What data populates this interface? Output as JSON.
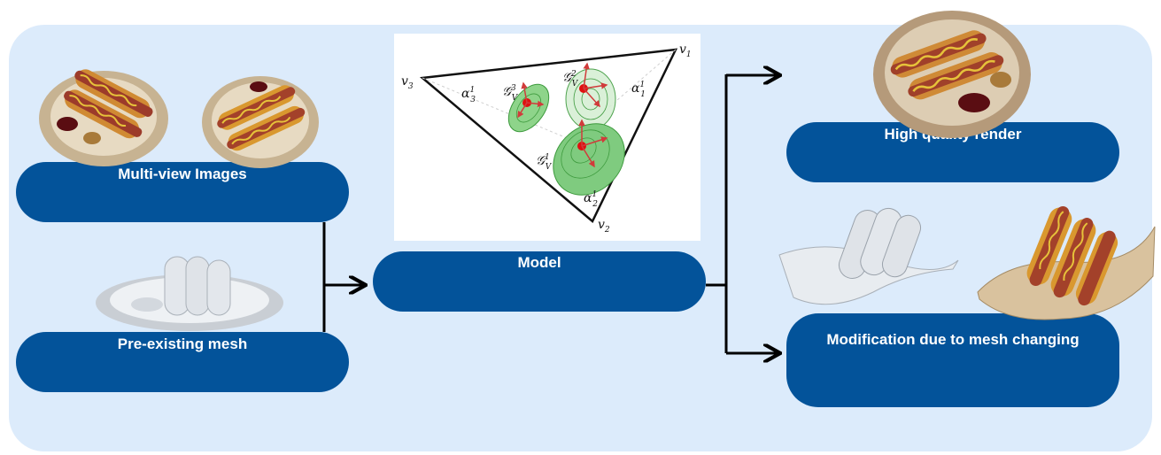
{
  "labels": {
    "multi_view": "Multi-view Images",
    "pre_existing": "Pre-existing mesh",
    "model": "Model",
    "high_quality": "High quality render",
    "modification": "Modification due to mesh changing"
  },
  "figure": {
    "v1": "v",
    "v1_sub": "1",
    "v2": "v",
    "v2_sub": "2",
    "v3": "v",
    "v3_sub": "3",
    "a1": "α",
    "a1_sub": "1",
    "a1_sup": "1",
    "a2": "α",
    "a2_sub": "2",
    "a2_sup": "1",
    "a3": "α",
    "a3_sub": "3",
    "a3_sup": "1",
    "g1": "𝒢",
    "g1_sub": "V",
    "g1_sup": "1",
    "g2": "𝒢",
    "g2_sub": "V",
    "g2_sup": "2",
    "g3": "𝒢",
    "g3_sub": "V",
    "g3_sup": "3"
  },
  "colors": {
    "panel": "#dcebfb",
    "pill": "#03539a",
    "gaussian_fill": "#7fcb7f",
    "gaussian_center": "#e01010",
    "arrow": "#d13b3b"
  }
}
